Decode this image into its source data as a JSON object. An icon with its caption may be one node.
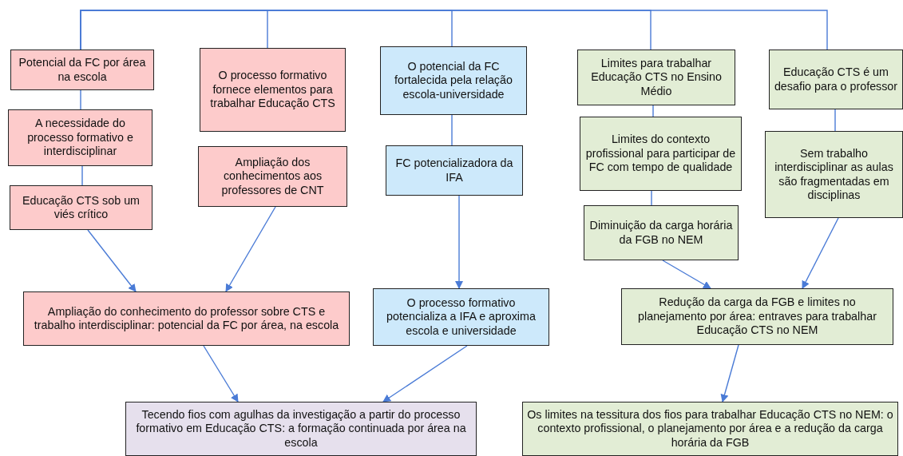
{
  "diagram": {
    "nodes": [
      {
        "text": [
          "Potencial da FC por área na escola"
        ]
      },
      {
        "text": [
          "A necessidade do processo formativo e interdisciplinar"
        ]
      },
      {
        "text": [
          "Educação CTS sob um viés crítico"
        ]
      },
      {
        "text": [
          "O processo formativo fornece elementos para trabalhar Educação CTS"
        ]
      },
      {
        "text": [
          "Ampliação dos conhecimentos aos professores de CNT"
        ]
      },
      {
        "text": [
          "O potencial da FC fortalecida pela relação escola-universidade"
        ]
      },
      {
        "text": [
          "FC potencializadora da IFA"
        ]
      },
      {
        "text": [
          "Limites para trabalhar Educação CTS no Ensino Médio"
        ]
      },
      {
        "text": [
          "Limites do contexto profissional para participar de FC com tempo de qualidade"
        ]
      },
      {
        "text": [
          "Diminuição da carga horária da FGB no NEM"
        ]
      },
      {
        "text": [
          "Educação CTS é um desafio para o professor"
        ]
      },
      {
        "text": [
          "Sem trabalho interdisciplinar as aulas são fragmentadas em disciplinas"
        ]
      },
      {
        "text": [
          "Ampliação do conhecimento do professor sobre CTS e trabalho interdisciplinar: potencial da FC por área, na escola"
        ]
      },
      {
        "text": [
          "O processo formativo potencializa a IFA e aproxima escola e universidade"
        ]
      },
      {
        "text": [
          "Redução da carga da FGB e limites no planejamento por área: entraves para trabalhar Educação CTS no NEM"
        ]
      },
      {
        "text": [
          "Tecendo fios com agulhas da investigação a partir do processo formativo em Educação CTS: a formação continuada por área na escola"
        ]
      },
      {
        "text": [
          "Os limites na tessitura dos fios para trabalhar Educação CTS no NEM: o contexto profissional, o planejamento por área e a redução da carga horária da FGB"
        ]
      }
    ],
    "edges": [
      {
        "from": 0,
        "to": 3,
        "arrow": "none"
      },
      {
        "from": 0,
        "to": 5,
        "arrow": "none"
      },
      {
        "from": 0,
        "to": 7,
        "arrow": "none"
      },
      {
        "from": 0,
        "to": 10,
        "arrow": "none"
      },
      {
        "from": 0,
        "to": 1,
        "arrow": "none"
      },
      {
        "from": 1,
        "to": 2,
        "arrow": "none"
      },
      {
        "from": 2,
        "to": 12,
        "arrow": "to"
      },
      {
        "from": 4,
        "to": 12,
        "arrow": "to"
      },
      {
        "from": 5,
        "to": 6,
        "arrow": "none"
      },
      {
        "from": 6,
        "to": 13,
        "arrow": "to"
      },
      {
        "from": 7,
        "to": 8,
        "arrow": "none"
      },
      {
        "from": 8,
        "to": 9,
        "arrow": "none"
      },
      {
        "from": 9,
        "to": 14,
        "arrow": "to"
      },
      {
        "from": 10,
        "to": 11,
        "arrow": "none"
      },
      {
        "from": 11,
        "to": 14,
        "arrow": "to"
      },
      {
        "from": 12,
        "to": 15,
        "arrow": "to"
      },
      {
        "from": 13,
        "to": 15,
        "arrow": "to"
      },
      {
        "from": 14,
        "to": 16,
        "arrow": "to"
      }
    ]
  }
}
